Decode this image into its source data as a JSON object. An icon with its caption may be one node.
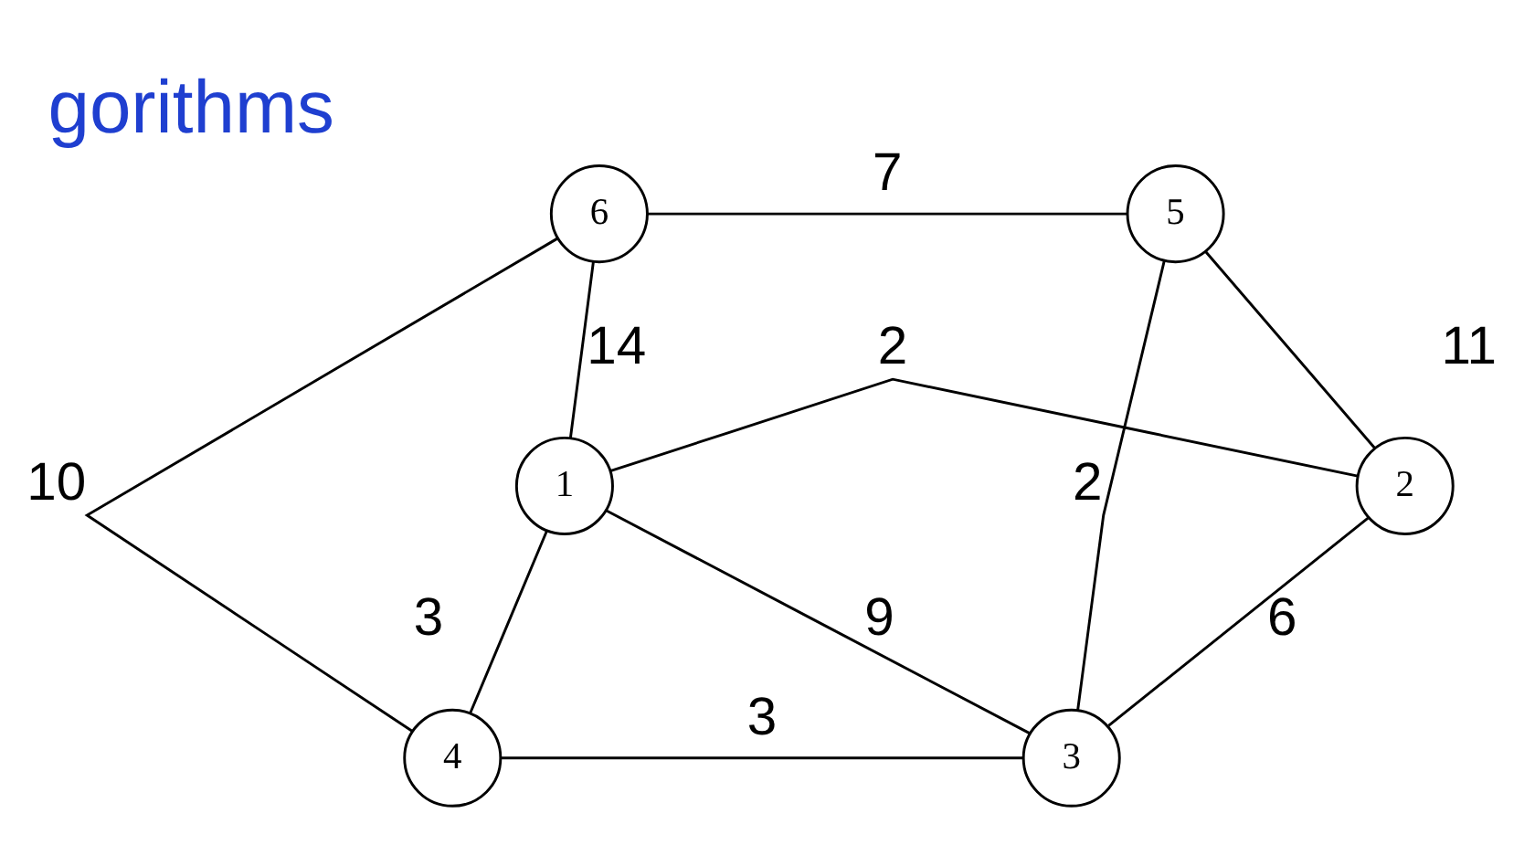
{
  "diagram": {
    "title": "gorithms",
    "nodes": [
      {
        "text": [
          "6"
        ]
      },
      {
        "text": [
          "5"
        ]
      },
      {
        "text": [
          "2"
        ]
      },
      {
        "text": [
          "1"
        ]
      },
      {
        "text": [
          "4"
        ]
      },
      {
        "text": [
          "3"
        ]
      }
    ],
    "edges": [
      {
        "from": 0,
        "to": 1,
        "arrow": "none",
        "label": "7"
      },
      {
        "from": 0,
        "to": 3,
        "arrow": "none",
        "label": "14"
      },
      {
        "from": 1,
        "to": 2,
        "arrow": "none",
        "label": "11"
      },
      {
        "from": 3,
        "to": 2,
        "arrow": "none",
        "label": "2"
      },
      {
        "from": 0,
        "to": 4,
        "arrow": "none",
        "label": "10"
      },
      {
        "from": 2,
        "to": 5,
        "arrow": "none",
        "label": "6"
      },
      {
        "from": 1,
        "to": 5,
        "arrow": "none",
        "label": "2"
      },
      {
        "from": 4,
        "to": 3,
        "arrow": "none",
        "label": "3"
      },
      {
        "from": 3,
        "to": 5,
        "arrow": "none",
        "label": "9"
      },
      {
        "from": 4,
        "to": 5,
        "arrow": "none",
        "label": "3"
      }
    ]
  }
}
